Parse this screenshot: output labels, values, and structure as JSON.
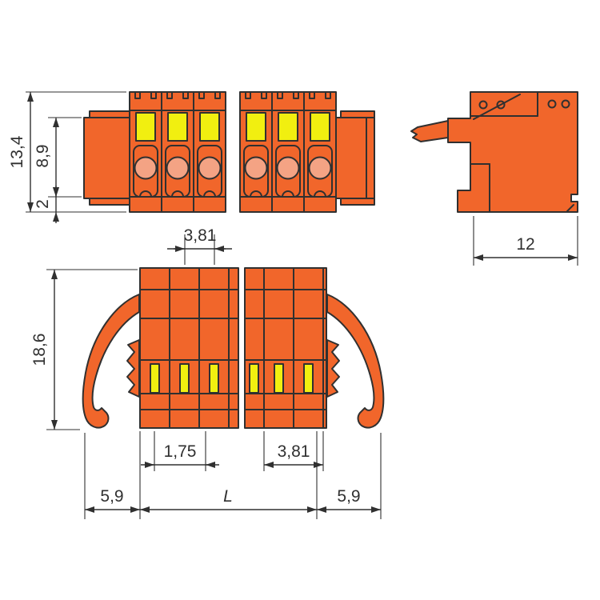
{
  "drawing": {
    "dims": {
      "overall_height": "13,4",
      "housing_height": "8,9",
      "base_height": "2",
      "pitch_top": "3,81",
      "depth": "12",
      "lever_height": "18,6",
      "slot_width": "1,75",
      "pitch_bottom": "3,81",
      "margin_left": "5,9",
      "total_length": "L",
      "margin_right": "5,9"
    },
    "colors": {
      "housing": "#F1662B",
      "button": "#F1EF10",
      "contact": "#F4A384",
      "line": "#303030",
      "bg": "#FFFFFF"
    }
  }
}
